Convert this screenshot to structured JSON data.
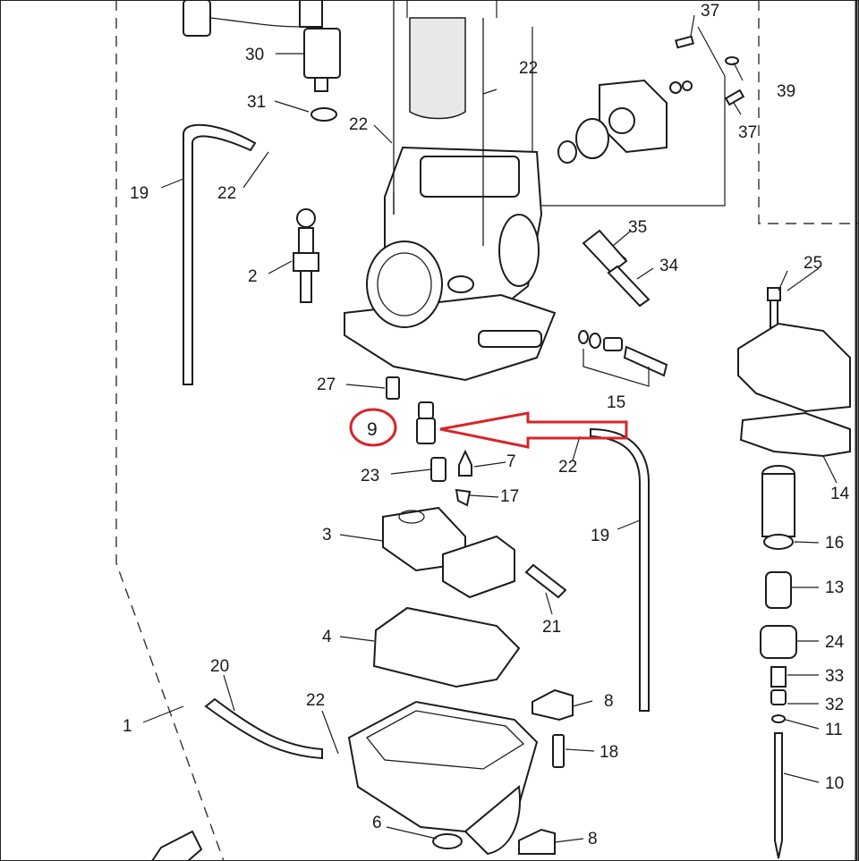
{
  "callouts": {
    "p1": "1",
    "p2": "2",
    "p3": "3",
    "p4": "4",
    "p6": "6",
    "p7": "7",
    "p8a": "8",
    "p8b": "8",
    "p9": "9",
    "p10": "10",
    "p11": "11",
    "p13": "13",
    "p14": "14",
    "p15": "15",
    "p16": "16",
    "p17": "17",
    "p18": "18",
    "p19a": "19",
    "p19b": "19",
    "p20": "20",
    "p21": "21",
    "p22a": "22",
    "p22b": "22",
    "p22c": "22",
    "p22d": "22",
    "p22e": "22",
    "p23": "23",
    "p24": "24",
    "p25": "25",
    "p27": "27",
    "p30": "30",
    "p31": "31",
    "p32": "32",
    "p33": "33",
    "p34": "34",
    "p35": "35",
    "p37a": "37",
    "p37b": "37",
    "p39": "39"
  },
  "highlight": {
    "color": "#d6262a",
    "target": "p9"
  }
}
